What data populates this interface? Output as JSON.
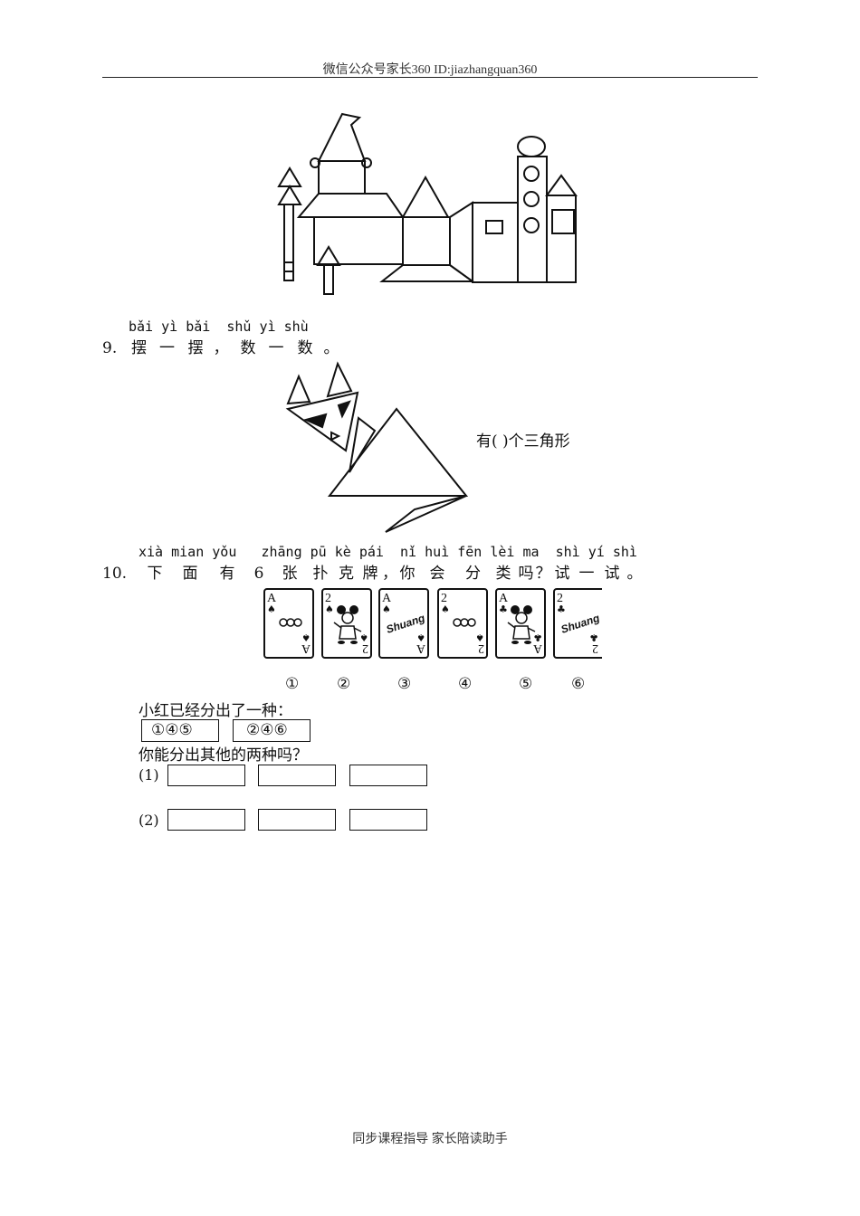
{
  "header": {
    "text": "微信公众号家长360 ID:jiazhangquan360"
  },
  "q9": {
    "number": "9.",
    "pinyin": [
      "bǎi",
      "yì",
      "bǎi",
      "shǔ",
      "yì",
      "shù"
    ],
    "chars": [
      "摆",
      "一",
      "摆",
      "，",
      "数",
      "一",
      "数",
      "。"
    ],
    "answer_prompt": "有(   )个三角形"
  },
  "q10": {
    "number": "10.",
    "pinyin": [
      "xià",
      "mian",
      "yǒu",
      "zhāng",
      "pū",
      "kè",
      "pái",
      "nǐ",
      "huì",
      "fēn",
      "lèi",
      "ma",
      "shì",
      "yí",
      "shì"
    ],
    "chars": [
      "下",
      "面",
      "有",
      "6",
      "张",
      "扑",
      "克",
      "牌",
      "，",
      "你",
      "会",
      "分",
      "类",
      "吗",
      "？",
      "试",
      "一",
      "试",
      "。"
    ],
    "cards": [
      {
        "rank": "A",
        "suit": "♠",
        "art": "circles"
      },
      {
        "rank": "2",
        "suit": "♠",
        "art": "mouse"
      },
      {
        "rank": "A",
        "suit": "♠",
        "art": "Shuang"
      },
      {
        "rank": "2",
        "suit": "♠",
        "art": "circles"
      },
      {
        "rank": "A",
        "suit": "♣",
        "art": "mouse"
      },
      {
        "rank": "2",
        "suit": "♣",
        "art": "Shuang"
      }
    ],
    "card_numbers": [
      "①",
      "②",
      "③",
      "④",
      "⑤",
      "⑥"
    ],
    "line1": "小红已经分出了一种：",
    "given_groups": [
      "①④⑤",
      "②④⑥"
    ],
    "line2": "你能分出其他的两种吗？",
    "row_labels": [
      "(1)",
      "(2)"
    ]
  },
  "footer": {
    "text": "同步课程指导 家长陪读助手"
  }
}
